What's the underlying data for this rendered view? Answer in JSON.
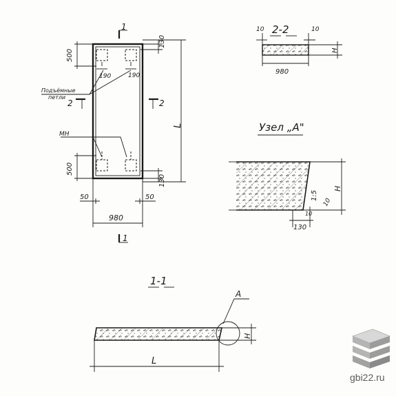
{
  "plan": {
    "section_mark_top": "1",
    "section_mark_bottom": "1",
    "section_mark_left": "2",
    "section_mark_right": "2",
    "dim_top_edge": "130",
    "dim_loop_zone_top": "500",
    "dim_loop_zone_bottom": "500",
    "dim_bottom_edge": "130",
    "dim_loop_left": "190",
    "dim_loop_right": "190",
    "dim_length": "L",
    "dim_side_left": "50",
    "dim_side_right": "50",
    "dim_width": "980",
    "label_loops_line1": "Подъёмные",
    "label_loops_line2": "петли",
    "label_mesh": "МН"
  },
  "section22": {
    "title": "2-2",
    "dim_left_gap": "10",
    "dim_right_gap": "10",
    "dim_height": "H",
    "dim_width": "980"
  },
  "node": {
    "title": "Узел „А\"",
    "dim_slope": "1:5",
    "dim_gap": "10",
    "dim_height": "H",
    "dim_bottom_gap": "10",
    "dim_width": "130"
  },
  "section11": {
    "title": "1-1",
    "callout": "А",
    "dim_height": "H",
    "dim_length": "L"
  },
  "watermark": {
    "text": "gbi22.ru",
    "icon_colors": [
      "#c9c9c9",
      "#a9a9a9",
      "#8a8a8a"
    ]
  }
}
